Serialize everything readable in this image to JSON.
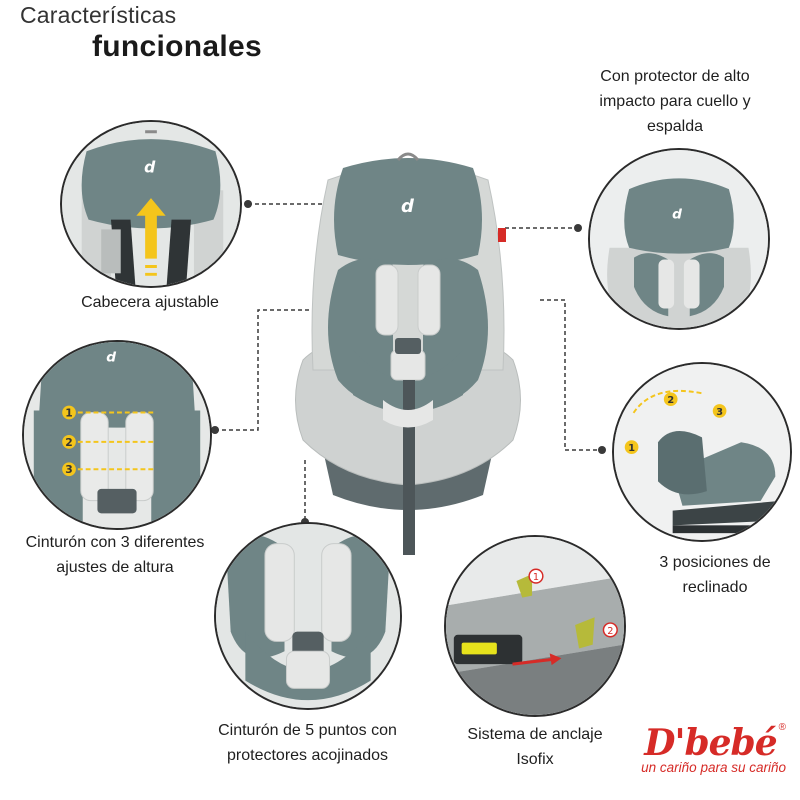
{
  "title": {
    "line1": "Características",
    "line2": "funcionales"
  },
  "features": {
    "headrest": {
      "label": "Cabecera ajustable",
      "arrow_color": "#f4c51c"
    },
    "protector": {
      "label": "Con protector de alto impacto para cuello y espalda"
    },
    "belt_heights": {
      "label": "Cinturón con 3 diferentes ajustes de altura",
      "markers": [
        "1",
        "2",
        "3"
      ],
      "marker_color": "#f4c51c"
    },
    "recline": {
      "label": "3 posiciones de reclinado",
      "markers": [
        "1",
        "2",
        "3"
      ],
      "marker_color": "#f4c51c"
    },
    "five_point": {
      "label": "Cinturón de 5 puntos con protectores acojinados"
    },
    "isofix": {
      "label": "Sistema de anclaje Isofix",
      "markers": [
        "1",
        "2"
      ],
      "marker_color": "#d62b27"
    }
  },
  "brand": {
    "name": "D'bebé",
    "registered": "®",
    "tagline": "un cariño para su cariño",
    "color": "#d62b27"
  },
  "colors": {
    "seat_teal": "#6f8586",
    "seat_light": "#d4d6d4",
    "connector": "#3a3a3a"
  }
}
